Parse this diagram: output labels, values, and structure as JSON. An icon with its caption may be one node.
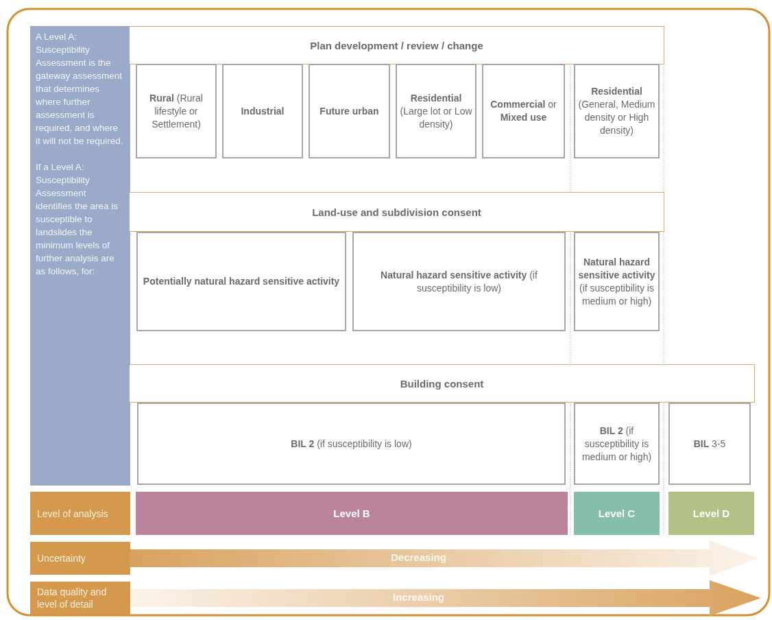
{
  "diagram": {
    "nodes": [
      {
        "text": [
          "A Level A: Susceptibility Assessment is the gateway assessment that determines where further assessment is required, and where it will not be required.",
          "If a Level A: Susceptibility Assessment identifies the area is susceptible to landslides the minimum levels of further analysis are as follows, for:"
        ]
      },
      {
        "text": [
          "Plan development / review / change"
        ]
      },
      {
        "text": [
          "**Rural** (Rural lifestyle or Settlement)"
        ]
      },
      {
        "text": [
          "Industrial"
        ]
      },
      {
        "text": [
          "Future urban"
        ]
      },
      {
        "text": [
          "**Residential** (Large lot or Low density)"
        ]
      },
      {
        "text": [
          "**Commercial** or **Mixed use**"
        ]
      },
      {
        "text": [
          "**Residential** (General, Medium density or High density)"
        ]
      },
      {
        "text": [
          "Land-use and subdivision consent"
        ]
      },
      {
        "text": [
          "Potentially natural hazard sensitive activity"
        ]
      },
      {
        "text": [
          "**Natural hazard sensitive activity** (if susceptibility is low)"
        ]
      },
      {
        "text": [
          "**Natural hazard sensitive activity** (if susceptibility is medium or high)"
        ]
      },
      {
        "text": [
          "Building consent"
        ]
      },
      {
        "text": [
          "**BIL 2** (if susceptibility is low)"
        ]
      },
      {
        "text": [
          "**BIL 2** (if susceptibility is medium or high)"
        ]
      },
      {
        "text": [
          "**BIL** 3-5"
        ]
      },
      {
        "text": [
          "Level of analysis"
        ]
      },
      {
        "text": [
          "Level B"
        ]
      },
      {
        "text": [
          "Level C"
        ]
      },
      {
        "text": [
          "Level D"
        ]
      },
      {
        "text": [
          "Uncertainty"
        ]
      },
      {
        "text": [
          "Data quality and level of detail"
        ]
      }
    ],
    "edges": [],
    "labels": [
      "Decreasing",
      "Increasing"
    ]
  }
}
